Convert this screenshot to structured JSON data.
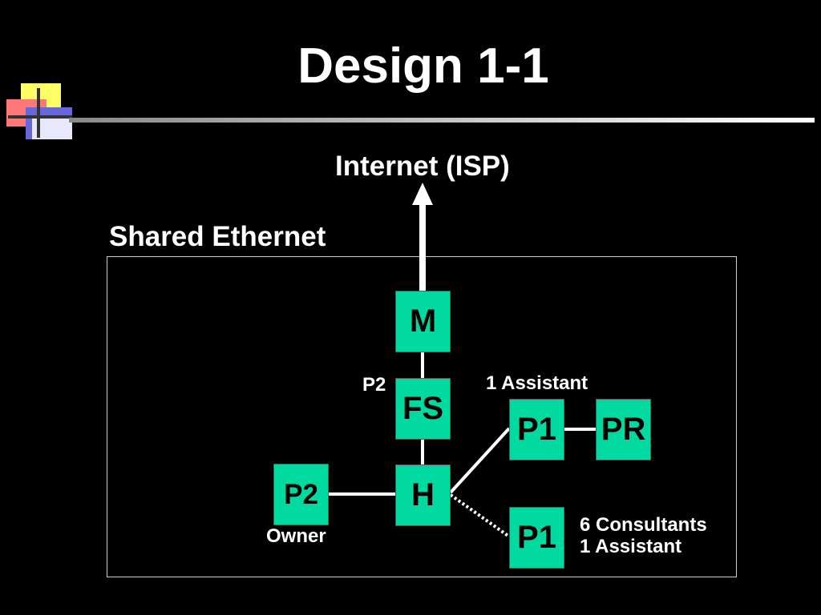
{
  "slide": {
    "title": "Design 1-1"
  },
  "diagram": {
    "internet_label": "Internet (ISP)",
    "shared_label": "Shared Ethernet",
    "nodes": {
      "m": "M",
      "fs": "FS",
      "h": "H",
      "p2": "P2",
      "p1_top": "P1",
      "pr": "PR",
      "p1_bottom": "P1"
    },
    "labels": {
      "p2_fs": "P2",
      "assistant": "1 Assistant",
      "owner": "Owner",
      "consultants_line1": "6 Consultants",
      "consultants_line2": "1 Assistant"
    }
  },
  "colors": {
    "background": "#000000",
    "node_fill": "#00d9a0",
    "text": "#ffffff",
    "node_text": "#000000"
  }
}
